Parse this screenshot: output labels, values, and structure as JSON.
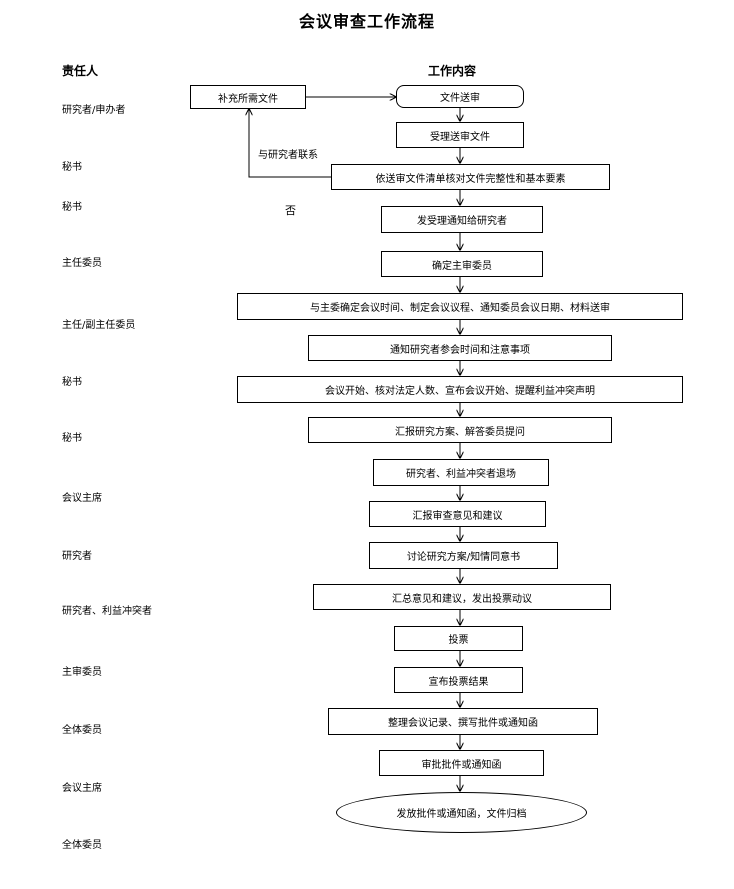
{
  "title": "会议审查工作流程",
  "headers": {
    "responsible": "责任人",
    "content": "工作内容"
  },
  "roles": [
    "研究者/申办者",
    "秘书",
    "秘书",
    "主任委员",
    "主任/副主任委员",
    "秘书",
    "秘书",
    "会议主席",
    "研究者",
    "研究者、利益冲突者",
    "主审委员",
    "全体委员",
    "会议主席",
    "全体委员"
  ],
  "steps": {
    "supplement": "补充所需文件",
    "submit": "文件送审",
    "accept": "受理送审文件",
    "verify": "依送审文件清单核对文件完整性和基本要素",
    "notify_acceptance": "发受理通知给研究者",
    "assign_reviewer": "确定主审委员",
    "schedule": "与主委确定会议时间、制定会议议程、通知委员会议日期、材料送审",
    "notify_researcher": "通知研究者参会时间和注意事项",
    "meeting_start": "会议开始、核对法定人数、宣布会议开始、提醒利益冲突声明",
    "report_plan": "汇报研究方案、解答委员提问",
    "leave": "研究者、利益冲突者退场",
    "report_opinion": "汇报审查意见和建议",
    "discuss": "讨论研究方案/知情同意书",
    "summarize": "汇总意见和建议，发出投票动议",
    "vote": "投票",
    "announce": "宣布投票结果",
    "record": "整理会议记录、撰写批件或通知函",
    "approve": "审批批件或通知函",
    "issue": "发放批件或通知函，文件归档"
  },
  "notes": {
    "contact": "与研究者联系",
    "no": "否"
  }
}
